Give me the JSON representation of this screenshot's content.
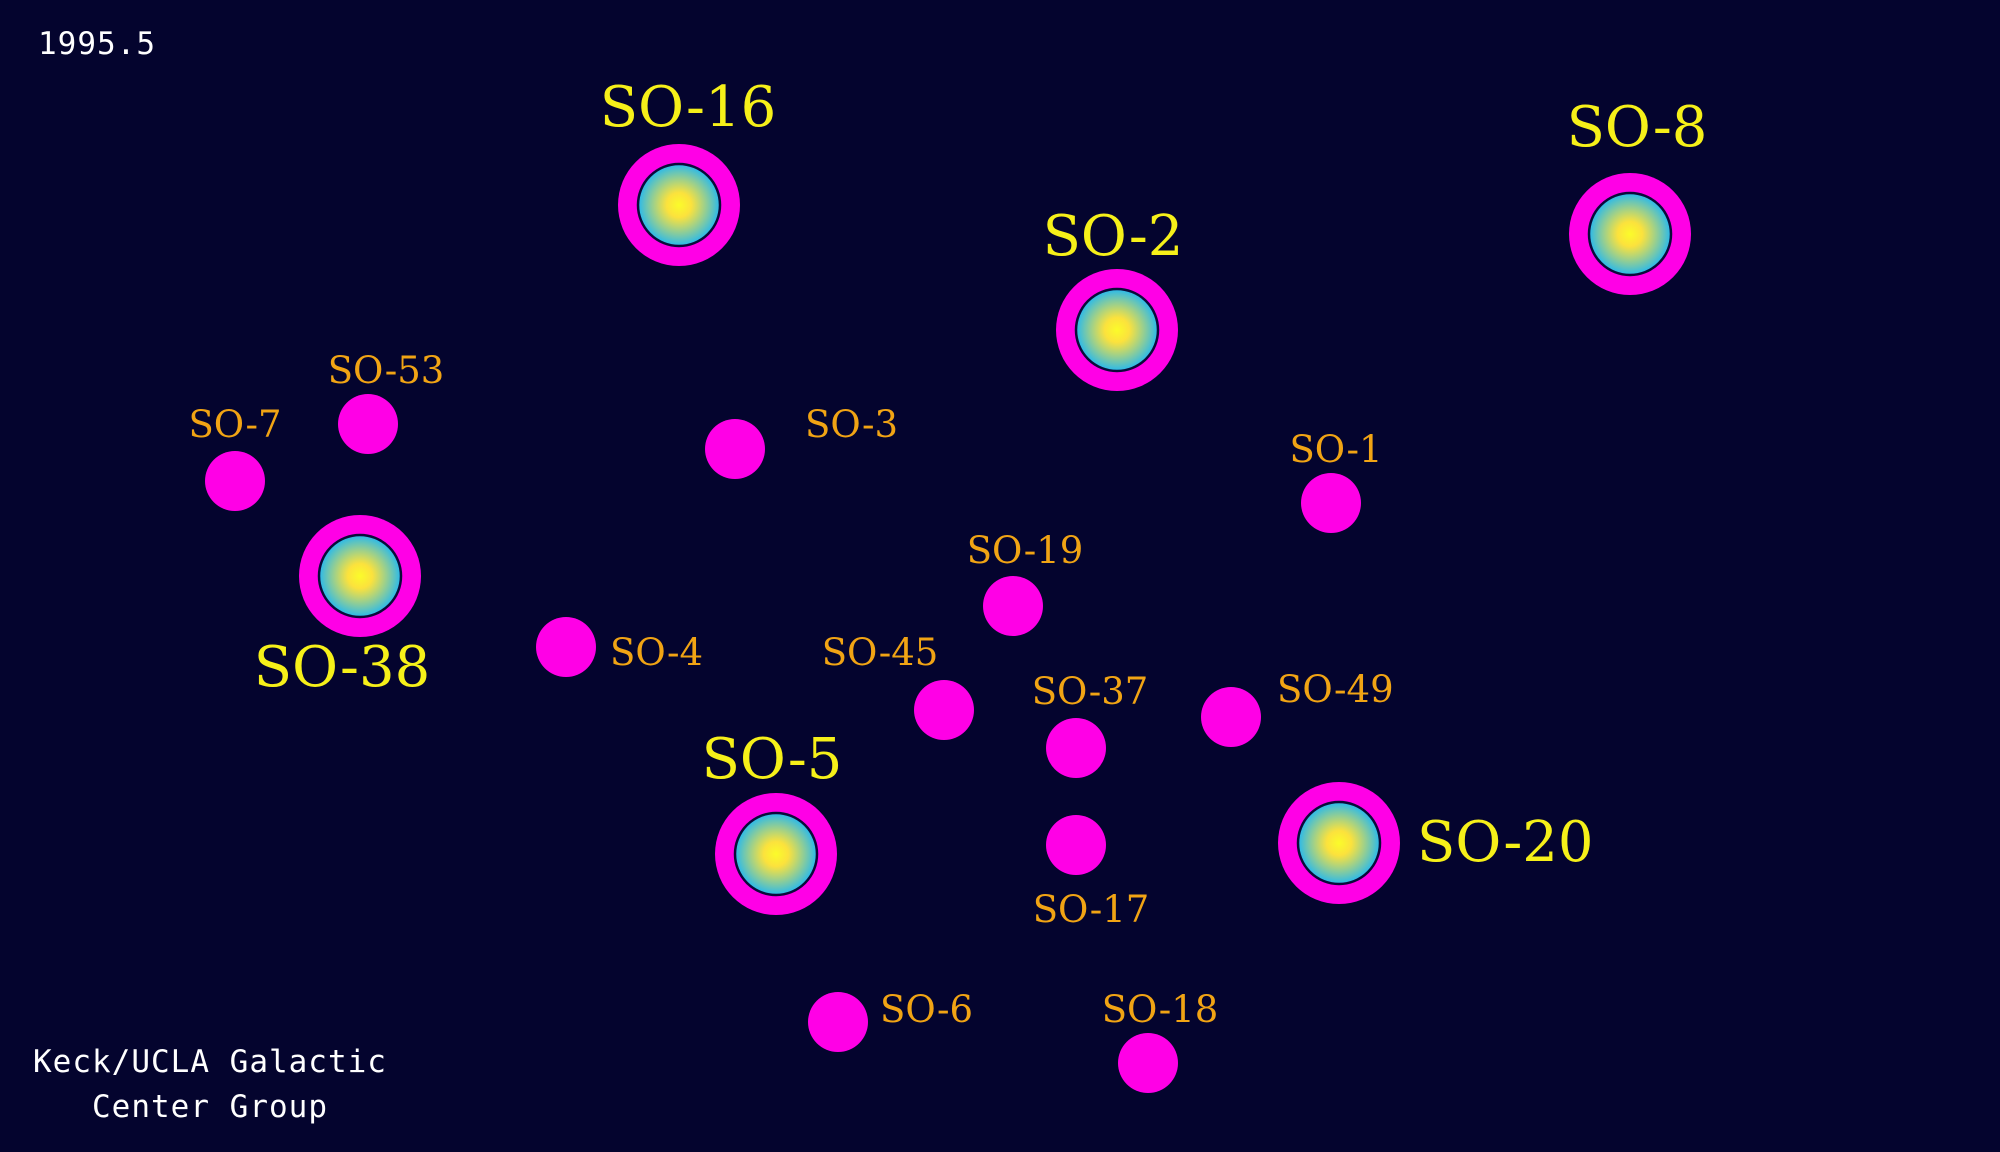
{
  "epoch": "1995.5",
  "credit": {
    "line1": "Keck/UCLA Galactic",
    "line2": "Center Group"
  },
  "colors": {
    "background": "#04042e",
    "ring": "#ff00e6",
    "star_core": "#fbfb2a",
    "star_edge": "#27b8ee",
    "major_label": "#f6f019",
    "minor_label": "#f1a414"
  },
  "stars": [
    {
      "id": "so-16",
      "name": "SO-16",
      "major": true
    },
    {
      "id": "so-8",
      "name": "SO-8",
      "major": true
    },
    {
      "id": "so-2",
      "name": "SO-2",
      "major": true
    },
    {
      "id": "so-38",
      "name": "SO-38",
      "major": true
    },
    {
      "id": "so-5",
      "name": "SO-5",
      "major": true
    },
    {
      "id": "so-20",
      "name": "SO-20",
      "major": true
    },
    {
      "id": "so-53",
      "name": "SO-53",
      "major": false
    },
    {
      "id": "so-7",
      "name": "SO-7",
      "major": false
    },
    {
      "id": "so-3",
      "name": "SO-3",
      "major": false
    },
    {
      "id": "so-1",
      "name": "SO-1",
      "major": false
    },
    {
      "id": "so-19",
      "name": "SO-19",
      "major": false
    },
    {
      "id": "so-4",
      "name": "SO-4",
      "major": false
    },
    {
      "id": "so-45",
      "name": "SO-45",
      "major": false
    },
    {
      "id": "so-37",
      "name": "SO-37",
      "major": false
    },
    {
      "id": "so-49",
      "name": "SO-49",
      "major": false
    },
    {
      "id": "so-17",
      "name": "SO-17",
      "major": false
    },
    {
      "id": "so-6",
      "name": "SO-6",
      "major": false
    },
    {
      "id": "so-18",
      "name": "SO-18",
      "major": false
    }
  ]
}
